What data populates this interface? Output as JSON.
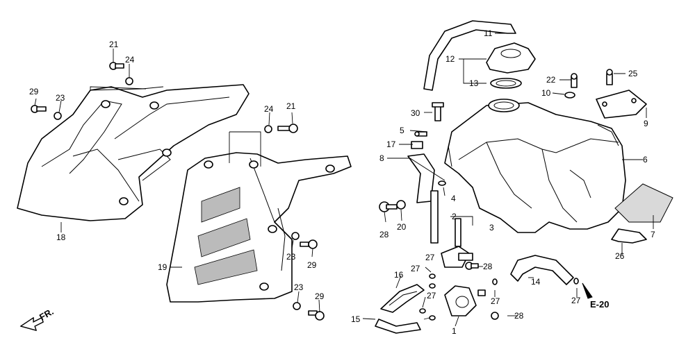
{
  "callouts": [
    {
      "id": "c29a",
      "text": "29"
    },
    {
      "id": "c23a",
      "text": "23"
    },
    {
      "id": "c21a",
      "text": "21"
    },
    {
      "id": "c24a",
      "text": "24"
    },
    {
      "id": "c18",
      "text": "18"
    },
    {
      "id": "c24b",
      "text": "24"
    },
    {
      "id": "c21b",
      "text": "21"
    },
    {
      "id": "c19",
      "text": "19"
    },
    {
      "id": "c23b",
      "text": "23"
    },
    {
      "id": "c29b",
      "text": "29"
    },
    {
      "id": "c23c",
      "text": "23"
    },
    {
      "id": "c29c",
      "text": "29"
    },
    {
      "id": "c11",
      "text": "11"
    },
    {
      "id": "c12",
      "text": "12"
    },
    {
      "id": "c13",
      "text": "13"
    },
    {
      "id": "c22",
      "text": "22"
    },
    {
      "id": "c10",
      "text": "10"
    },
    {
      "id": "c25",
      "text": "25"
    },
    {
      "id": "c9",
      "text": "9"
    },
    {
      "id": "c30",
      "text": "30"
    },
    {
      "id": "c5",
      "text": "5"
    },
    {
      "id": "c17",
      "text": "17"
    },
    {
      "id": "c8",
      "text": "8"
    },
    {
      "id": "c6",
      "text": "6"
    },
    {
      "id": "c4",
      "text": "4"
    },
    {
      "id": "c28a",
      "text": "28"
    },
    {
      "id": "c20",
      "text": "20"
    },
    {
      "id": "c2",
      "text": "2"
    },
    {
      "id": "c3",
      "text": "3"
    },
    {
      "id": "c7",
      "text": "7"
    },
    {
      "id": "c26",
      "text": "26"
    },
    {
      "id": "c27a",
      "text": "27"
    },
    {
      "id": "c27b",
      "text": "27"
    },
    {
      "id": "c28b",
      "text": "28"
    },
    {
      "id": "c16",
      "text": "16"
    },
    {
      "id": "c14",
      "text": "14"
    },
    {
      "id": "c27c",
      "text": "27"
    },
    {
      "id": "c27d",
      "text": "27"
    },
    {
      "id": "c27e",
      "text": "27"
    },
    {
      "id": "c15",
      "text": "15"
    },
    {
      "id": "c1",
      "text": "1"
    },
    {
      "id": "c28c",
      "text": "28"
    }
  ],
  "front_label": "FR.",
  "ref_label": "E-20",
  "icons": [
    "front-direction-arrow-icon",
    "reference-arrow-icon"
  ]
}
